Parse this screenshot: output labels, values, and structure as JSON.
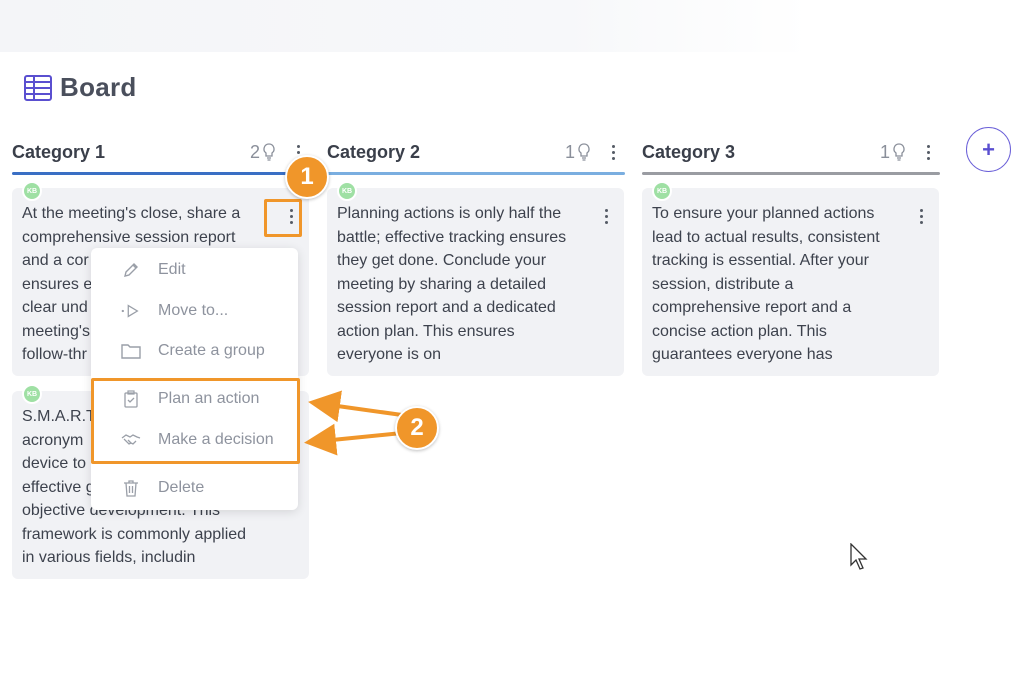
{
  "board": {
    "title": "Board"
  },
  "columns": [
    {
      "title": "Category 1",
      "count": "2",
      "line_color": "#3a6fc4"
    },
    {
      "title": "Category 2",
      "count": "1",
      "line_color": "#7aaee0"
    },
    {
      "title": "Category 3",
      "count": "1",
      "line_color": "#9a9ca2"
    }
  ],
  "cards": [
    {
      "avatar": "KB",
      "lines": [
        "At the meeting's close, share a",
        "comprehensive session report",
        "and a cor",
        "ensures e",
        "clear und",
        "meeting's",
        "follow-thr"
      ]
    },
    {
      "avatar": "KB",
      "lines": [
        "S.M.A.R.T",
        "acronym",
        "device to",
        "effective g",
        "objective development. This",
        "framework is commonly applied",
        "in various fields, includin"
      ]
    },
    {
      "avatar": "KB",
      "lines": [
        "Planning actions is only half the",
        "battle; effective tracking ensures",
        "they get done. Conclude your",
        "meeting by sharing a detailed",
        "session report and a dedicated",
        "action plan. This ensures",
        "everyone is on"
      ]
    },
    {
      "avatar": "KB",
      "lines": [
        "To ensure your planned actions",
        "lead to actual results, consistent",
        "tracking is essential. After your",
        "session, distribute a",
        "comprehensive report and a",
        "concise action plan. This",
        "guarantees everyone has"
      ]
    }
  ],
  "menu": {
    "items": [
      {
        "label": "Edit",
        "icon": "pencil-icon"
      },
      {
        "label": "Move to...",
        "icon": "move-arrow-icon"
      },
      {
        "label": "Create a group",
        "icon": "folder-icon"
      },
      {
        "label": "Plan an action",
        "icon": "clipboard-check-icon"
      },
      {
        "label": "Make a decision",
        "icon": "handshake-icon"
      },
      {
        "label": "Delete",
        "icon": "trash-icon"
      }
    ]
  },
  "annotations": {
    "badge_1": "1",
    "badge_2": "2",
    "color": "#f0962a"
  },
  "add_column": {
    "label": "+"
  }
}
